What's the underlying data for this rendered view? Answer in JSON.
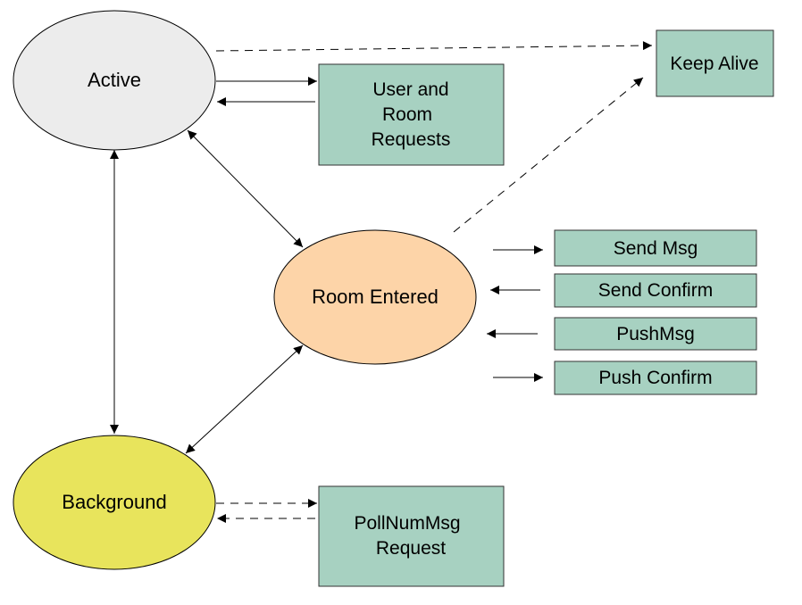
{
  "colors": {
    "active_fill": "#ececec",
    "room_entered_fill": "#fdd4a8",
    "background_fill": "#e8e45c",
    "box_fill": "#a7d1c1",
    "stroke": "#000000"
  },
  "states": {
    "active": "Active",
    "room_entered": "Room Entered",
    "background": "Background"
  },
  "boxes": {
    "keep_alive": "Keep Alive",
    "user_room_requests": [
      "User and",
      "Room",
      "Requests"
    ],
    "send_msg": "Send Msg",
    "send_confirm": "Send Confirm",
    "push_msg": "PushMsg",
    "push_confirm": "Push Confirm",
    "poll_num_msg_request": [
      "PollNumMsg",
      "Request"
    ]
  }
}
